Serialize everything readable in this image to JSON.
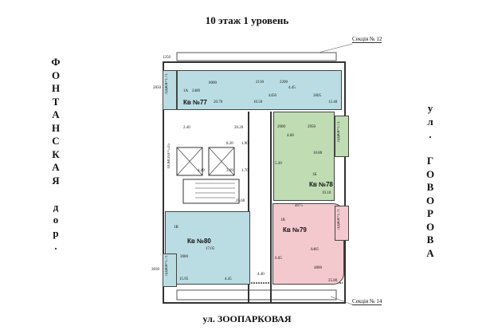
{
  "title": "10 этаж  1 уровень",
  "streets": {
    "left": [
      "Ф",
      "О",
      "Н",
      "Т",
      "А",
      "Н",
      "С",
      "К",
      "А",
      "Я",
      "",
      "д",
      "о",
      "р",
      "."
    ],
    "right": [
      "у",
      "л",
      ".",
      "",
      "Г",
      "О",
      "В",
      "О",
      "Р",
      "О",
      "В",
      "А"
    ],
    "bottom": "ул. ЗООПАРКОВАЯ"
  },
  "sections": {
    "top": "Секція № 12",
    "bottom": "Секція № 14"
  },
  "apartments": [
    {
      "label": "Кв №77",
      "type": "1А",
      "color": "#b9dde3",
      "areas": [
        "20.70",
        "10.50",
        "12.40",
        "4.45"
      ]
    },
    {
      "label": "Кв №78",
      "type": "1Б",
      "color": "#bfdcb2",
      "areas": [
        "4.60",
        "10.80",
        "5.30",
        "19.10"
      ]
    },
    {
      "label": "Кв №79",
      "type": "1В",
      "color": "#f4c9ce",
      "areas": [
        "6.05",
        "4.40",
        "25.80"
      ]
    },
    {
      "label": "Кв №80",
      "type": "1В",
      "color": "#b9dde3",
      "areas": [
        "17.05",
        "15.95",
        "4.45"
      ]
    }
  ],
  "core_areas": [
    "2.40",
    "26.20",
    "8.20",
    "1.90",
    "4.49",
    "3.69",
    "1.70",
    "25.60"
  ],
  "balconies": {
    "label": "ЛДЖЯ=1.71",
    "corridor": "ПОВОЛЗ=5.05"
  },
  "dimensions": [
    "1250",
    "2850",
    "6000",
    "2400",
    "2130",
    "2200",
    "4450",
    "2605",
    "2000",
    "2950",
    "4675",
    "6405",
    "4800",
    "3030",
    "3000"
  ]
}
